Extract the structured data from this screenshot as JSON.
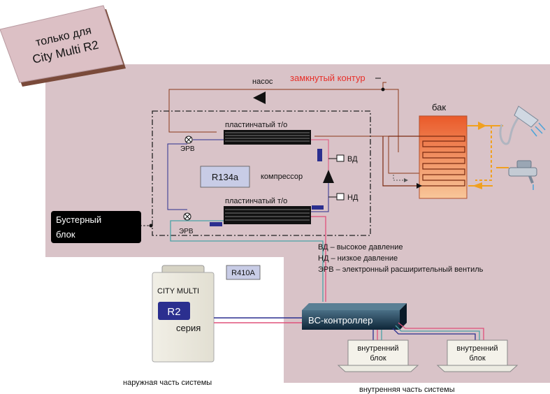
{
  "badge": {
    "line1": "только для",
    "line2": "City Multi R2"
  },
  "closed_loop_label": "замкнутый контур",
  "pump_label": "насос",
  "tank_label": "бак",
  "booster_label": {
    "line1": "Бустерный",
    "line2": "блок"
  },
  "plate_hx_top": "пластинчатый т/о",
  "plate_hx_bottom": "пластинчатый т/о",
  "erv_top": "ЭРВ",
  "erv_bottom": "ЭРВ",
  "refrigerant_inner": "R134a",
  "compressor_label": "компрессор",
  "hp_label": "ВД",
  "lp_label": "НД",
  "legend": {
    "hp": "ВД – высокое давление",
    "lp": "НД – низкое давление",
    "erv": "ЭРВ – электронный расширительный вентиль"
  },
  "refrigerant_outer": "R410A",
  "outdoor_unit": {
    "brand": "CITY MULTI",
    "model": "R2",
    "series": "серия"
  },
  "bc_controller": "BC-контроллер",
  "indoor_unit_1": {
    "line1": "внутренний",
    "line2": "блок"
  },
  "indoor_unit_2": {
    "line1": "внутренний",
    "line2": "блок"
  },
  "outdoor_caption": "наружная часть системы",
  "indoor_caption": "внутренняя часть системы",
  "colors": {
    "panel": "#d9c3c8",
    "closed_loop": "#e8302a",
    "tank_top": "#ea5a2a",
    "tank_bottom": "#f7c49a",
    "booster": "#000000",
    "refrigerant_blue": "#2b2f8f",
    "refrigerant_red": "#e0507a",
    "refrigerant_teal": "#4aa3a6",
    "hot_water_arrow": "#f0a020"
  }
}
